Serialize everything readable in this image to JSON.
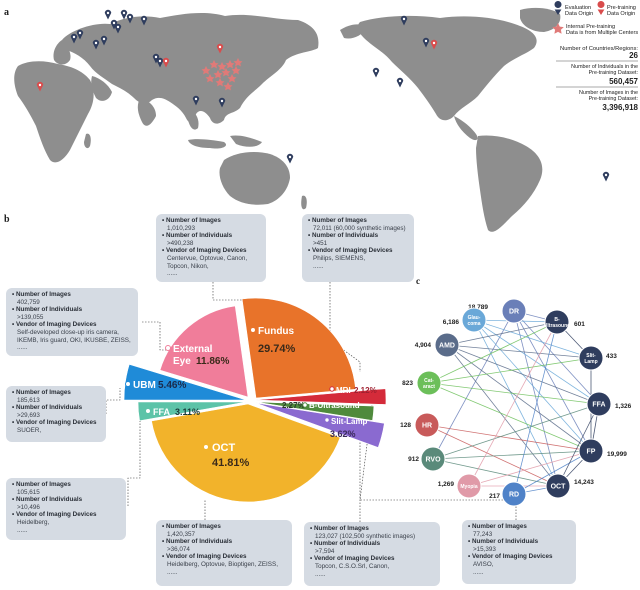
{
  "panels": {
    "a": "a",
    "b": "b",
    "c": "c"
  },
  "map": {
    "legend": {
      "evaluation": "Evaluation Data Origin",
      "pretraining": "Pre-training Data Origin",
      "internal": "Internal Pre-training Data is from Multiple Centers"
    },
    "stats": [
      {
        "label": "Number of Countries/Regions:",
        "value": "26"
      },
      {
        "label": "Number of Individuals in the Pre-training Dataset:",
        "value": "560,457"
      },
      {
        "label": "Number of Images in the Pre-training Dataset:",
        "value": "3,396,918"
      }
    ],
    "colors": {
      "land": "#8e8e8e",
      "evaluation": "#2f3d5e",
      "pretraining": "#d94c4c",
      "internal": "#e07a78"
    }
  },
  "pie": {
    "slices": [
      {
        "name": "Fundus",
        "pct": "29.74%",
        "value": 29.74,
        "color": "#e8732a"
      },
      {
        "name": "MRI",
        "pct": "2.12%",
        "value": 2.12,
        "color": "#d42b3a"
      },
      {
        "name": "B-Ultrasound",
        "pct": "2.27%",
        "value": 2.27,
        "color": "#4f8a3c"
      },
      {
        "name": "Slit-Lamp",
        "pct": "3.62%",
        "value": 3.62,
        "color": "#8a6ad0"
      },
      {
        "name": "OCT",
        "pct": "41.81%",
        "value": 41.81,
        "color": "#f2b32b"
      },
      {
        "name": "FFA",
        "pct": "3.11%",
        "value": 3.11,
        "color": "#5cc3a8"
      },
      {
        "name": "UBM",
        "pct": "5.46%",
        "value": 5.46,
        "color": "#1f8bd8"
      },
      {
        "name": "External Eye",
        "pct": "11.86%",
        "value": 11.86,
        "color": "#f07d9a"
      }
    ],
    "external_eye_lines": [
      "External",
      "Eye"
    ]
  },
  "boxes": {
    "fundus": {
      "h1": "Number of Images",
      "v1": "1,010,293",
      "h2": "Number of Individuals",
      "v2": ">490,238",
      "h3": "Vendor of Imaging Devices",
      "v3": "Centervue, Optovue, Canon, Topcon, Nikon,",
      "v4": "......"
    },
    "mri": {
      "h1": "Number of Images",
      "v1": "72,011 (60,000 synthetic images)",
      "h2": "Number of Individuals",
      "v2": ">451",
      "h3": "Vendor of Imaging Devices",
      "v3": "Philips, SIEMENS,",
      "v4": "......"
    },
    "external": {
      "h1": "Number of Images",
      "v1": "402,759",
      "h2": "Number of Individuals",
      "v2": ">139,055",
      "h3": "Vendor of Imaging Devices",
      "v3": "Self-developed close-up iris camera, IKEMB, Iris guard, OKI, IKUSBE, ZEISS,",
      "v4": "......"
    },
    "ubm": {
      "h1": "Number of Images",
      "v1": "185,613",
      "h2": "Number of Individuals",
      "v2": ">29,693",
      "h3": "Vendor of Imaging Devices",
      "v3": "SUOER,"
    },
    "ffa": {
      "h1": "Number of Images",
      "v1": "105,615",
      "h2": "Number of Individuals",
      "v2": ">10,496",
      "h3": "Vendor of Imaging Devices",
      "v3": "Heidelberg,",
      "v4": "......"
    },
    "oct": {
      "h1": "Number of Images",
      "v1": "1,420,357",
      "h2": "Number of Individuals",
      "v2": ">36,074",
      "h3": "Vendor of Imaging Devices",
      "v3": "Heidelberg, Optovue, Bioptigen, ZEISS,",
      "v4": "......"
    },
    "slit": {
      "h1": "Number of Images",
      "v1": "123,027 (102,500 synthetic images)",
      "h2": "Number of Individuals",
      "v2": ">7,594",
      "h3": "Vendor of Imaging Devices",
      "v3": "Topcon, C.S.O.Srl, Canon,",
      "v4": "......"
    },
    "bus": {
      "h1": "Number of Images",
      "v1": "77,243",
      "h2": "Number of Individuals",
      "v2": ">15,393",
      "h3": "Vendor of Imaging Devices",
      "v3": "AVISO,",
      "v4": "......"
    }
  },
  "network": {
    "nodes": [
      {
        "id": "DR",
        "label": "DR",
        "count": "18,789",
        "color": "#6a7fb8"
      },
      {
        "id": "Ultrasound",
        "label": "B-Ultrasound",
        "count": "601",
        "color": "#2f3d5e"
      },
      {
        "id": "SlitLamp",
        "label": "Slit-Lamp",
        "count": "433",
        "color": "#2f3d5e"
      },
      {
        "id": "FFA",
        "label": "FFA",
        "count": "1,326",
        "color": "#2f3d5e"
      },
      {
        "id": "FP",
        "label": "FP",
        "count": "19,999",
        "color": "#2f3d5e"
      },
      {
        "id": "OCT",
        "label": "OCT",
        "count": "14,243",
        "color": "#2f3d5e"
      },
      {
        "id": "RD",
        "label": "RD",
        "count": "217",
        "color": "#4f82c8"
      },
      {
        "id": "Myopia",
        "label": "Myopia",
        "count": "1,269",
        "color": "#e09aa8"
      },
      {
        "id": "RVO",
        "label": "RVO",
        "count": "912",
        "color": "#5a8a7a"
      },
      {
        "id": "HR",
        "label": "HR",
        "count": "128",
        "color": "#c85a5a"
      },
      {
        "id": "Cataract",
        "label": "Cat-aract",
        "count": "823",
        "color": "#6cbf5a"
      },
      {
        "id": "AMD",
        "label": "AMD",
        "count": "4,904",
        "color": "#5a6c8a"
      },
      {
        "id": "Glaucoma",
        "label": "Glau-coma",
        "count": "6,186",
        "color": "#6aa8d8"
      }
    ]
  }
}
